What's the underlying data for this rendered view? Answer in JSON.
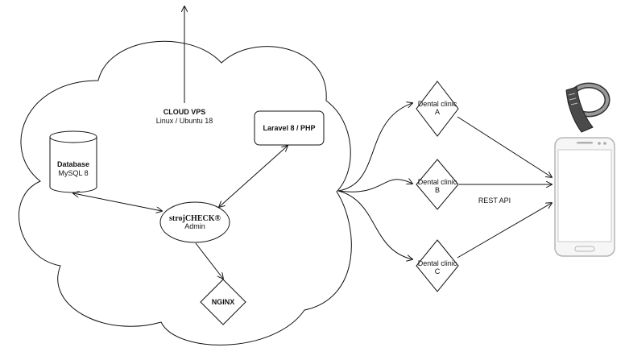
{
  "cloud": {
    "title": "CLOUD VPS",
    "subtitle": "Linux / Ubuntu 18"
  },
  "database": {
    "title": "Database",
    "subtitle": "MySQL 8"
  },
  "laravel": {
    "label": "Laravel 8 / PHP"
  },
  "admin": {
    "title": "strojCHECK®",
    "subtitle": "Admin"
  },
  "nginx": {
    "label": "NGINX"
  },
  "clinics": [
    {
      "line1": "Dental clinic",
      "line2": "A"
    },
    {
      "line1": "Dental clinic",
      "line2": "B"
    },
    {
      "line1": "Dental clinic",
      "line2": "C"
    }
  ],
  "api": {
    "label": "REST API"
  },
  "icons": {
    "wearable": "fitness-band-icon",
    "phone": "smartphone-icon"
  }
}
